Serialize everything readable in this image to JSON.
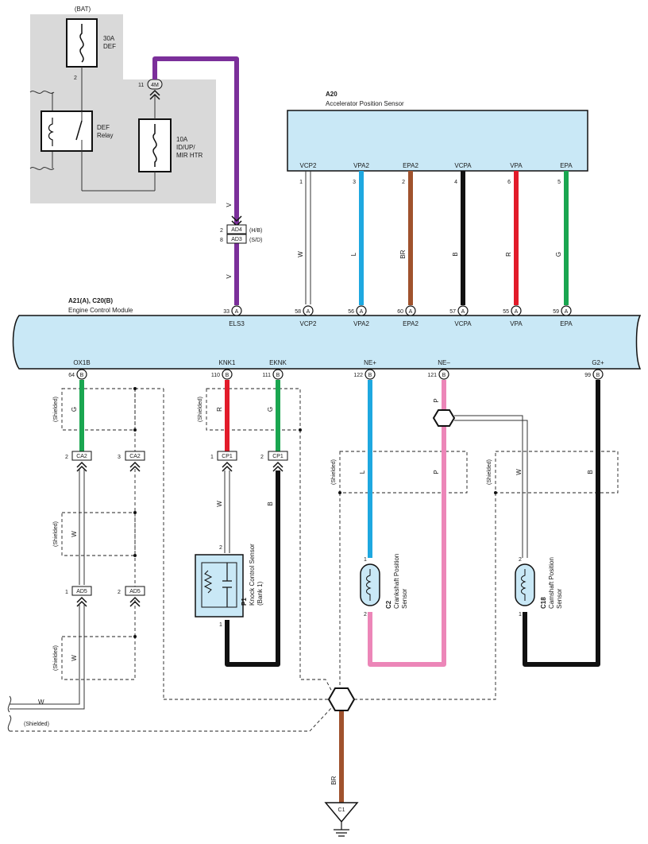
{
  "colors": {
    "violet": "#7b2f9a",
    "blue": "#1ea8e0",
    "brown": "#a0522d",
    "black": "#111111",
    "red": "#e21b2a",
    "green": "#1aa650",
    "pink": "#ec86b8",
    "module_fill": "#c9e8f6",
    "gray_box": "#d9d9d9"
  },
  "top": {
    "bat": "(BAT)",
    "fuse1_a": "30A",
    "fuse1_b": "DEF",
    "fuse1_pin": "2",
    "relay_a": "DEF",
    "relay_b": "Relay",
    "fuse2_a": "10A",
    "fuse2_b": "ID/UP/",
    "fuse2_c": "MIR HTR",
    "conn4m_pin": "11",
    "conn4m": "4M",
    "v_upper": "V",
    "v_lower": "V",
    "ad4_pin": "2",
    "ad4": "AD4",
    "ad4_note": "(H/B)",
    "ad3_pin": "8",
    "ad3": "AD3",
    "ad3_note": "(S/D)"
  },
  "a20": {
    "id": "A20",
    "name": "Accelerator Position Sensor",
    "pins": [
      {
        "name": "VCP2",
        "pin": "1",
        "wire": "W"
      },
      {
        "name": "VPA2",
        "pin": "3",
        "wire": "L"
      },
      {
        "name": "EPA2",
        "pin": "2",
        "wire": "BR"
      },
      {
        "name": "VCPA",
        "pin": "4",
        "wire": "B"
      },
      {
        "name": "VPA",
        "pin": "6",
        "wire": "R"
      },
      {
        "name": "EPA",
        "pin": "5",
        "wire": "G"
      }
    ]
  },
  "ecm": {
    "id": "A21(A), C20(B)",
    "name": "Engine Control Module",
    "top_pins": [
      {
        "pin": "33",
        "conn": "A",
        "name": "ELS3"
      },
      {
        "pin": "58",
        "conn": "A",
        "name": "VCP2"
      },
      {
        "pin": "56",
        "conn": "A",
        "name": "VPA2"
      },
      {
        "pin": "60",
        "conn": "A",
        "name": "EPA2"
      },
      {
        "pin": "57",
        "conn": "A",
        "name": "VCPA"
      },
      {
        "pin": "55",
        "conn": "A",
        "name": "VPA"
      },
      {
        "pin": "59",
        "conn": "A",
        "name": "EPA"
      }
    ],
    "bottom_pins": [
      {
        "pin": "64",
        "conn": "B",
        "name": "OX1B"
      },
      {
        "pin": "110",
        "conn": "B",
        "name": "KNK1"
      },
      {
        "pin": "111",
        "conn": "B",
        "name": "EKNK"
      },
      {
        "pin": "122",
        "conn": "B",
        "name": "NE+"
      },
      {
        "pin": "121",
        "conn": "B",
        "name": "NE–"
      },
      {
        "pin": "99",
        "conn": "B",
        "name": "G2+"
      }
    ]
  },
  "lower": {
    "shielded": "(Shielded)",
    "wires": {
      "g1": "G",
      "w1": "W",
      "w2": "W",
      "r": "R",
      "g2": "G",
      "w_knk": "W",
      "b_knk": "B",
      "l_ne": "L",
      "p1": "P",
      "p2": "P",
      "w_cam": "W",
      "b_cam": "B",
      "w_left": "W",
      "br_gnd": "BR"
    },
    "ca2a_pin": "2",
    "ca2a": "CA2",
    "ca2b_pin": "3",
    "ca2b": "CA2",
    "ad5a_pin": "1",
    "ad5a": "AD5",
    "ad5b_pin": "2",
    "ad5b": "AD5",
    "cp1a_pin": "1",
    "cp1a": "CP1",
    "cp1b_pin": "2",
    "cp1b": "CP1",
    "p1": {
      "pin_top": "2",
      "pin_bot": "1",
      "id": "P1",
      "l1": "Knock Control Sensor",
      "l2": "(Bank 1)"
    },
    "c2": {
      "pin_top": "1",
      "pin_bot": "2",
      "id": "C2",
      "l1": "Crankshaft Position",
      "l2": "Sensor"
    },
    "c18": {
      "pin_top": "2",
      "pin_bot": "1",
      "id": "C18",
      "l1": "Camshaft Position",
      "l2": "Sensor"
    },
    "ground": "C1"
  }
}
